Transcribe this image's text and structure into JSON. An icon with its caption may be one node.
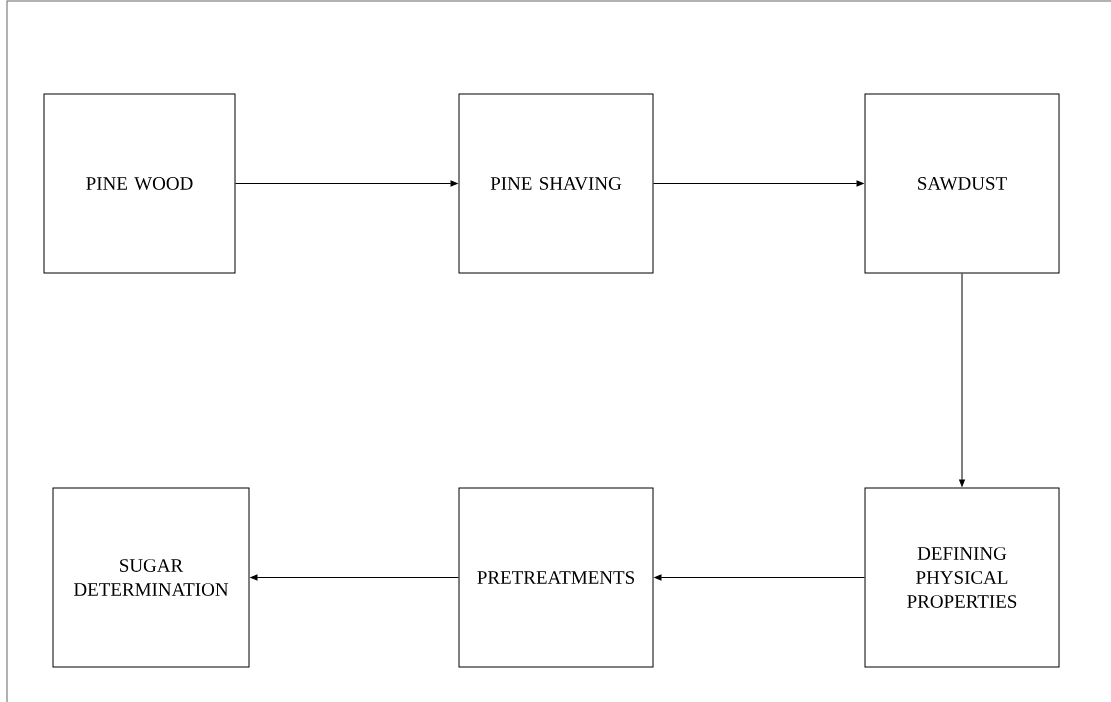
{
  "diagram": {
    "nodes": [
      {
        "text": [
          "PINE WOOD"
        ]
      },
      {
        "text": [
          "PINE SHAVING"
        ]
      },
      {
        "text": [
          "SAWDUST"
        ]
      },
      {
        "text": [
          "DEFINING PHYSICAL PROPERTIES"
        ]
      },
      {
        "text": [
          "PRETREATMENTS"
        ]
      },
      {
        "text": [
          "SUGAR DETERMINATION"
        ]
      }
    ],
    "edges": [
      {
        "from": 0,
        "to": 1,
        "arrow": "to"
      },
      {
        "from": 1,
        "to": 2,
        "arrow": "to"
      },
      {
        "from": 2,
        "to": 3,
        "arrow": "to"
      },
      {
        "from": 3,
        "to": 4,
        "arrow": "to"
      },
      {
        "from": 4,
        "to": 5,
        "arrow": "to"
      }
    ]
  }
}
